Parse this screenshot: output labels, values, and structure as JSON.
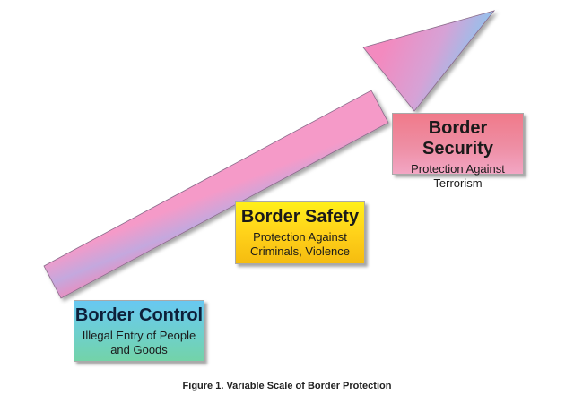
{
  "boxes": [
    {
      "title": "Border Security",
      "desc_line1": "Protection Against",
      "desc_line2": "Terrorism"
    },
    {
      "title": "Border Safety",
      "desc_line1": "Protection Against",
      "desc_line2": "Criminals, Violence"
    },
    {
      "title": "Border Control",
      "desc_line1": "Illegal Entry of People",
      "desc_line2": "and Goods"
    }
  ],
  "caption": "Figure 1. Variable Scale of Border Protection",
  "colors": {
    "arrow_pink": "#f59ac8",
    "arrow_blue": "#8fc4ee",
    "security_box": "#ee8ea4",
    "safety_box": "#ffd21a",
    "control_box": "#6ed0cc"
  }
}
